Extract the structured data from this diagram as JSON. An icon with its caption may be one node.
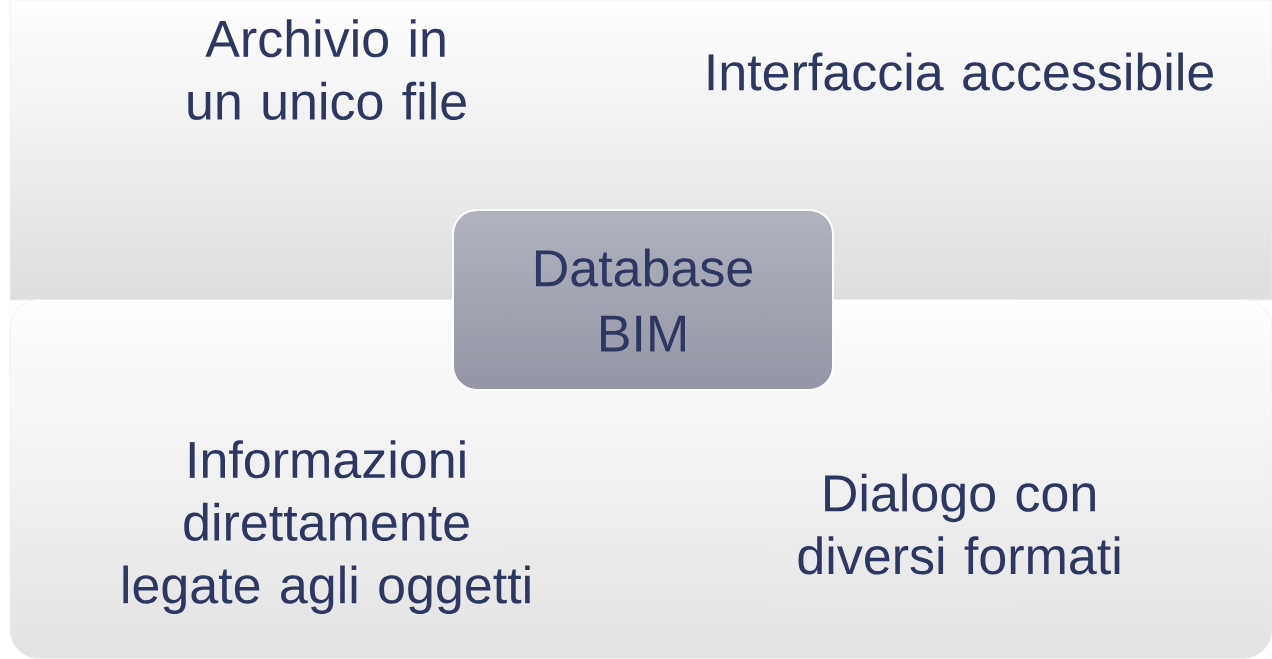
{
  "diagram": {
    "nodes": [
      {
        "text": [],
        "shape": "box"
      },
      {
        "text": [
          "Archivio in un unico file"
        ],
        "in": 0
      },
      {
        "text": [
          "Interfaccia accessibile"
        ],
        "in": 0
      },
      {
        "text": [],
        "shape": "box"
      },
      {
        "text": [
          "Informazioni direttamente legate agli oggetti"
        ],
        "in": 3
      },
      {
        "text": [
          "Dialogo con diversi formati"
        ],
        "in": 3
      },
      {
        "text": [
          "Database BIM"
        ]
      }
    ]
  }
}
